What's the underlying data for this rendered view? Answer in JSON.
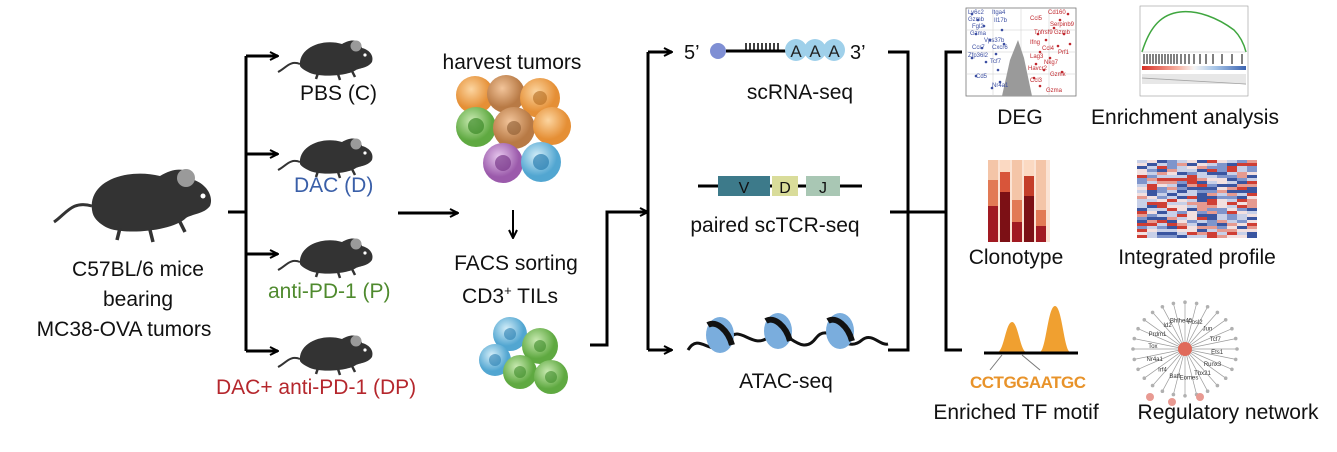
{
  "start": {
    "lines": [
      "C57BL/6 mice",
      "bearing",
      "MC38-OVA tumors"
    ]
  },
  "groups": [
    {
      "label": "PBS (C)",
      "color": "#1a1a1a"
    },
    {
      "label": "DAC (D)",
      "color": "#3a5fa8"
    },
    {
      "label": "anti-PD-1 (P)",
      "color": "#4f8a2e"
    },
    {
      "label": "DAC+ anti-PD-1 (DP)",
      "color": "#b5272d"
    }
  ],
  "processing": {
    "harvest": "harvest tumors",
    "facs_line1": "FACS sorting",
    "facs_line2_main": "CD3",
    "facs_line2_sup": "+",
    "facs_line2_rest": " TILs"
  },
  "assays": {
    "scrna": {
      "label": "scRNA-seq",
      "five": "5’",
      "three": "3’",
      "polyA": [
        "A",
        "A",
        "A"
      ]
    },
    "tcr": {
      "label": "paired scTCR-seq",
      "segments": [
        "V",
        "D",
        "J"
      ]
    },
    "atac": {
      "label": "ATAC-seq"
    }
  },
  "outputs": {
    "deg": "DEG",
    "enrichment": "Enrichment analysis",
    "clonotype": "Clonotype",
    "integrated": "Integrated profile",
    "tf_motif": "Enriched TF motif",
    "motif_seq": "CCTGGAATGC",
    "network": "Regulatory network"
  },
  "volcano_labels_left": [
    "Ly6c2",
    "Gzmb",
    "Itga4",
    "Fgl2",
    "Il17b",
    "Gzma",
    "Vps37b",
    "Ccr7",
    "Cxcr6",
    "Zfp36l2",
    "Tcf7",
    "Cd5",
    "Nr4a1"
  ],
  "volcano_labels_right": [
    "Cd160",
    "Ccl5",
    "Serpinb9",
    "Gzmb",
    "Tnfrsf9",
    "Ifng",
    "Ccl4",
    "Prf1",
    "Lag3",
    "Nkg7",
    "Havcr2",
    "Gzmk",
    "Ccl3",
    "Gzma"
  ],
  "network_labels": [
    "Ets1",
    "Runx3",
    "Tbx21",
    "Eomes",
    "Batf",
    "Irf4",
    "Nr4a1",
    "Tox",
    "Prdm1",
    "Id2",
    "Bhlhe40",
    "Fosl2",
    "Jun",
    "Tcf7"
  ],
  "colors": {
    "title_text": "#111111",
    "arrow": "#000000",
    "tumor_orange": "#f1a14a",
    "tumor_green": "#7cc35a",
    "tumor_purple": "#b77ec2",
    "tumor_blue": "#7ac1e2",
    "dna_blue": "#7aaddd",
    "peak_orange": "#f0a030",
    "heat_red": "#d9453b",
    "heat_blue": "#4762a8"
  }
}
